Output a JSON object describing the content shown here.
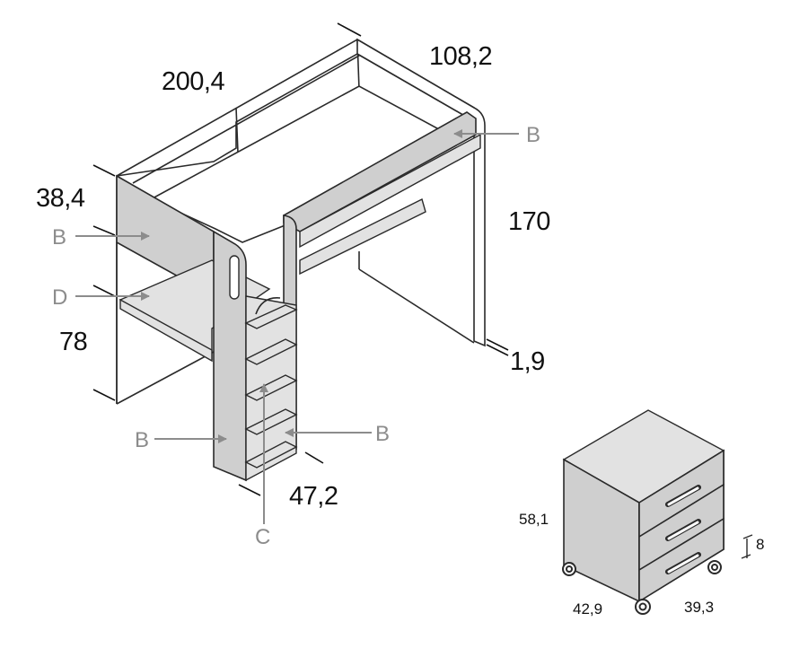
{
  "colors": {
    "panel": "#cfcfcf",
    "panel_light": "#e2e2e2",
    "outline": "#2a2a2a",
    "arrow": "#8c8c8c",
    "text": "#111111"
  },
  "bed": {
    "dimensions": {
      "length": "200,4",
      "depth": "108,2",
      "guard_height": "38,4",
      "height": "170",
      "desk_height": "78",
      "thickness": "1,9",
      "ladder_width": "47,2"
    },
    "labels": {
      "b_top_right": "B",
      "b_left": "B",
      "d_desk": "D",
      "b_ladder_side": "B",
      "b_ladder_right": "B",
      "c_step": "C"
    }
  },
  "drawer_unit": {
    "dimensions": {
      "height": "58,1",
      "drawer_height": "8",
      "width": "42,9",
      "depth": "39,3"
    }
  }
}
